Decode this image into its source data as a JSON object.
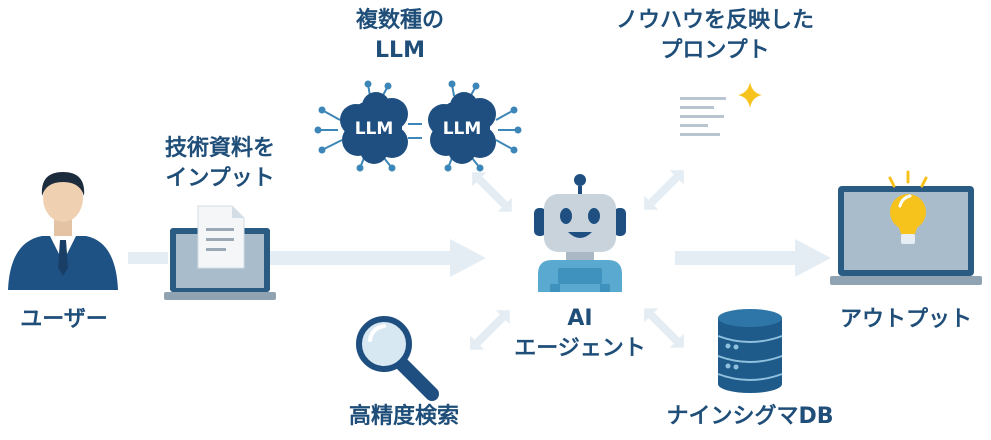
{
  "nodes": {
    "user": {
      "label": "ユーザー",
      "icon": "user-businessman-icon"
    },
    "input": {
      "label_line1": "技術資料を",
      "label_line2": "インプット",
      "icon": "laptop-document-icon"
    },
    "llm": {
      "label_line1": "複数種の",
      "label_line2": "LLM",
      "badge1": "LLM",
      "badge2": "LLM",
      "icon": "llm-cloud-icon"
    },
    "prompt": {
      "label_line1": "ノウハウを反映した",
      "label_line2": "プロンプト",
      "icon": "prompt-sparkle-icon"
    },
    "agent": {
      "label_line1": "AI",
      "label_line2": "エージェント",
      "icon": "robot-icon"
    },
    "search": {
      "label": "高精度検索",
      "icon": "magnifier-icon"
    },
    "db": {
      "label": "ナインシグマDB",
      "icon": "database-icon"
    },
    "output": {
      "label": "アウトプット",
      "icon": "laptop-lightbulb-icon"
    }
  },
  "colors": {
    "text": "#1f4e79",
    "arrow": "#e4edf3",
    "cloud": "#1e4f80",
    "robot_body": "#5aa9d1",
    "robot_head": "#c8d3dc",
    "bulb": "#f6c21c",
    "db": "#1e5b8a"
  }
}
